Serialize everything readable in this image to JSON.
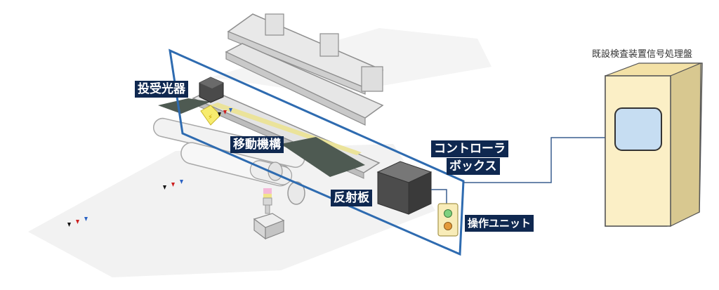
{
  "labels": {
    "emitter_receiver": "投受光器",
    "moving_mechanism": "移動機構",
    "reflector": "反射板",
    "controller_line1": "コントローラ",
    "controller_line2": "ボックス",
    "operation_unit": "操作ユニット",
    "existing_panel": "既設検査装置信号処理盤"
  },
  "colors": {
    "frame_blue": "#2e6bb0",
    "label_bg": "#0f2850",
    "panel_body": "#fbefc6",
    "panel_screen": "#c6ddf2",
    "controller_box": "#555555",
    "operation_unit_body": "#f8ecb8",
    "marker_red": "#cc1f1f",
    "marker_blue": "#2b62c4",
    "marker_black": "#111111"
  }
}
